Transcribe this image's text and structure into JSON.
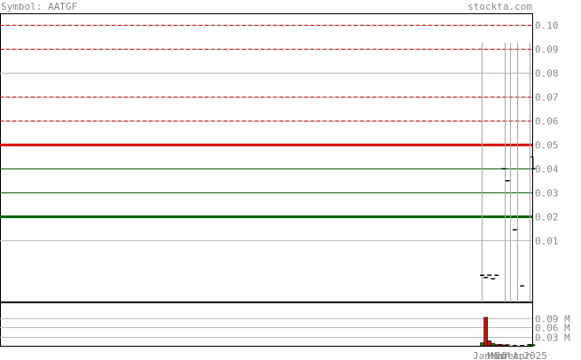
{
  "header": {
    "symbol_label": "Symbol: AATGF",
    "site": "stockta.com"
  },
  "chart_data": [
    {
      "type": "candlestick",
      "panel": "price",
      "ylim": [
        -0.0155,
        0.105
      ],
      "y_ticks": [
        {
          "value": 0.1,
          "label": "0.10"
        },
        {
          "value": 0.09,
          "label": "0.09"
        },
        {
          "value": 0.08,
          "label": "0.08"
        },
        {
          "value": 0.07,
          "label": "0.07"
        },
        {
          "value": 0.06,
          "label": "0.06"
        },
        {
          "value": 0.05,
          "label": "0.05"
        },
        {
          "value": 0.04,
          "label": "0.04"
        },
        {
          "value": 0.03,
          "label": "0.03"
        },
        {
          "value": 0.02,
          "label": "0.02"
        },
        {
          "value": 0.01,
          "label": "0.01"
        }
      ],
      "grid": true,
      "horizontal_lines": [
        {
          "value": 0.1,
          "color": "#cc0000",
          "style": "dashed",
          "width": 1
        },
        {
          "value": 0.09,
          "color": "#cc0000",
          "style": "dashed",
          "width": 1
        },
        {
          "value": 0.07,
          "color": "#cc0000",
          "style": "dashed",
          "width": 1
        },
        {
          "value": 0.06,
          "color": "#cc0000",
          "style": "dashed",
          "width": 1
        },
        {
          "value": 0.05,
          "color": "#dd0000",
          "style": "solid",
          "width": 3
        },
        {
          "value": 0.04,
          "color": "#006600",
          "style": "solid",
          "width": 1
        },
        {
          "value": 0.03,
          "color": "#006600",
          "style": "solid",
          "width": 1
        },
        {
          "value": 0.02,
          "color": "#006600",
          "style": "solid",
          "width": 3
        }
      ],
      "bars": [
        {
          "i": 0,
          "open": -0.0045,
          "high": -0.0045,
          "low": -0.0045,
          "close": -0.0045
        },
        {
          "i": 1,
          "open": -0.0055,
          "high": -0.0055,
          "low": -0.0055,
          "close": -0.0055
        },
        {
          "i": 2,
          "open": -0.0045,
          "high": -0.0045,
          "low": -0.0045,
          "close": -0.0045
        },
        {
          "i": 3,
          "open": -0.006,
          "high": -0.006,
          "low": -0.006,
          "close": -0.006
        },
        {
          "i": 4,
          "open": -0.0045,
          "high": -0.0045,
          "low": -0.0045,
          "close": -0.0045
        },
        {
          "i": 6,
          "open": 0.04,
          "high": 0.04,
          "low": 0.04,
          "close": 0.04
        },
        {
          "i": 7,
          "open": 0.035,
          "high": 0.035,
          "low": 0.035,
          "close": 0.035
        },
        {
          "i": 9,
          "open": 0.0145,
          "high": 0.0145,
          "low": 0.0145,
          "close": 0.0145
        },
        {
          "i": 11,
          "open": -0.009,
          "high": -0.009,
          "low": -0.009,
          "close": -0.009
        },
        {
          "i": 14,
          "open": 0.045,
          "high": 0.045,
          "low": 0.04,
          "close": 0.04
        }
      ],
      "total_slots": 15
    },
    {
      "type": "bar",
      "panel": "volume",
      "ylim": [
        0,
        0.14
      ],
      "y_ticks": [
        {
          "value": 0.09,
          "label": "0.09 M"
        },
        {
          "value": 0.06,
          "label": "0.06 M"
        },
        {
          "value": 0.03,
          "label": "0.03 M"
        }
      ],
      "bars": [
        {
          "i": 0,
          "value": 0.01,
          "color": "green"
        },
        {
          "i": 1,
          "value": 0.092,
          "color": "red"
        },
        {
          "i": 2,
          "value": 0.016,
          "color": "red"
        },
        {
          "i": 3,
          "value": 0.008,
          "color": "green"
        },
        {
          "i": 4,
          "value": 0.004,
          "color": "red"
        },
        {
          "i": 5,
          "value": 0.005,
          "color": "red"
        },
        {
          "i": 6,
          "value": 0.003,
          "color": "green"
        },
        {
          "i": 7,
          "value": 0.004,
          "color": "red"
        },
        {
          "i": 9,
          "value": 0.002,
          "color": "green"
        },
        {
          "i": 11,
          "value": 0.002,
          "color": "green"
        },
        {
          "i": 13,
          "value": 0.005,
          "color": "green"
        },
        {
          "i": 14,
          "value": 0.004,
          "color": "green"
        }
      ],
      "total_slots": 15,
      "x_labels": [
        {
          "i": 0,
          "label": "Jan"
        },
        {
          "i": 4,
          "label": "Mar"
        },
        {
          "i": 5,
          "label": "Mar"
        },
        {
          "i": 6,
          "label": "Jul"
        },
        {
          "i": 8,
          "label": "Dec"
        },
        {
          "i": 11,
          "label": "Apr"
        },
        {
          "i": 14,
          "label": "2025"
        }
      ]
    }
  ],
  "colors": {
    "grid": "#bbbbbb",
    "axis": "#000000",
    "volume_up": "#008800",
    "volume_down": "#cc1100",
    "vline": "#aaaaaa",
    "tick_text": "#888888"
  }
}
